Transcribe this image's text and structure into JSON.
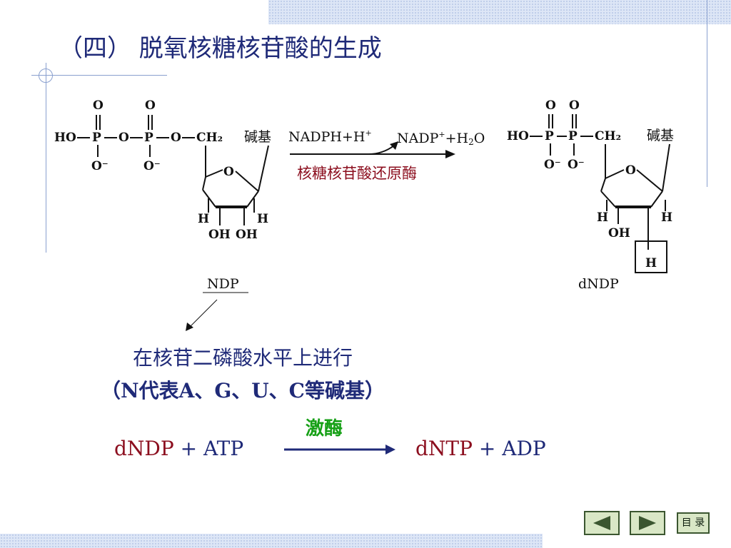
{
  "slide": {
    "title": "（四） 脱氧核糖核苷酸的生成",
    "caption_line1": "在核苷二磷酸水平上进行",
    "caption_line2": "（N代表A、G、U、C等碱基）"
  },
  "reaction": {
    "cofactor_in": "NADPH+H",
    "cofactor_out_a": "NADP",
    "cofactor_out_b": "+H",
    "cofactor_out_sub": "2",
    "cofactor_out_c": "O",
    "plus_sup": "+",
    "enzyme": "核糖核苷酸还原酶",
    "substrate_label": "NDP",
    "product_label": "dNDP"
  },
  "structure": {
    "base": "碱基",
    "ho": "HO",
    "o": "O",
    "p": "P",
    "o_minus": "O⁻",
    "ch2": "CH₂",
    "ring_o": "O",
    "h": "H",
    "oh": "OH"
  },
  "equation": {
    "left_1": "dNDP",
    "left_2": "+ ATP",
    "enzyme": "激酶",
    "right_1": "dNTP",
    "right_2": "+ ADP"
  },
  "nav": {
    "menu_label": "目 录"
  },
  "colors": {
    "title": "#1f2a78",
    "enzyme_red": "#8c0f1f",
    "kinase_green": "#16a016",
    "nav_bg": "#d9e7c6"
  }
}
